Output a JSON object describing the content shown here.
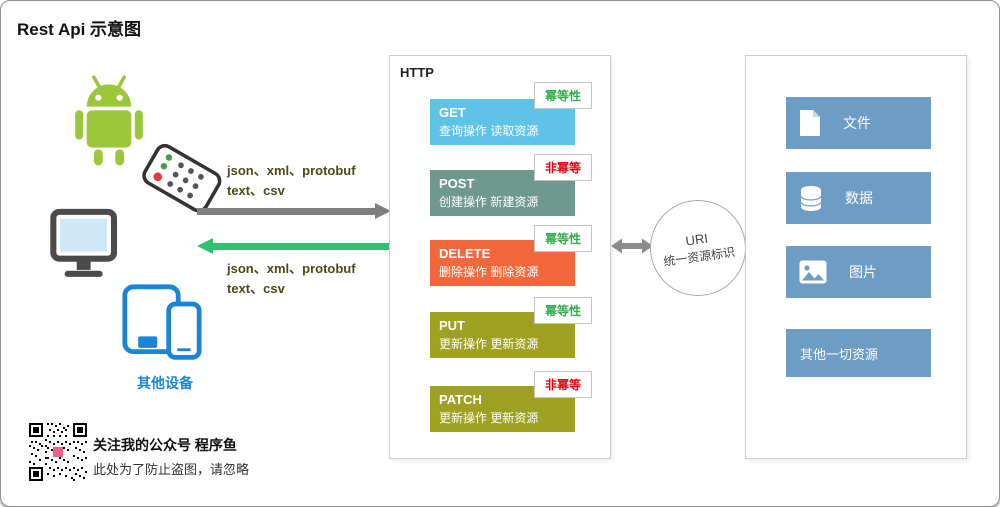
{
  "title": "Rest Api 示意图",
  "colors": {
    "http_get": "#5fc3e8",
    "http_post": "#6f998f",
    "http_delete": "#f2683c",
    "http_put": "#9fa123",
    "http_patch": "#9fa123",
    "resource_blue": "#6d9cc5",
    "idempotent_green": "#2fae49",
    "non_idempotent_red": "#e60012",
    "request_arrow_gray": "#7f7f7f",
    "response_arrow_green": "#33c06f",
    "device_blue": "#1a85d6",
    "android_green": "#9dc73b"
  },
  "left": {
    "devices_label": "其他设备",
    "request_text_line1": "json、xml、protobuf",
    "request_text_line2": "text、csv",
    "response_text_line1": "json、xml、protobuf",
    "response_text_line2": "text、csv"
  },
  "http": {
    "title": "HTTP",
    "methods": [
      {
        "name": "GET",
        "desc": "查询操作 读取资源",
        "badge": "幂等性",
        "variant": "green",
        "color": "#5fc3e8"
      },
      {
        "name": "POST",
        "desc": "创建操作 新建资源",
        "badge": "非幂等",
        "variant": "red",
        "color": "#6f998f"
      },
      {
        "name": "DELETE",
        "desc": "删除操作 删除资源",
        "badge": "幂等性",
        "variant": "green",
        "color": "#f2683c"
      },
      {
        "name": "PUT",
        "desc": "更新操作 更新资源",
        "badge": "幂等性",
        "variant": "green",
        "color": "#9fa123"
      },
      {
        "name": "PATCH",
        "desc": "更新操作 更新资源",
        "badge": "非幂等",
        "variant": "red",
        "color": "#9fa123"
      }
    ]
  },
  "uri": {
    "line1": "URI",
    "line2": "统一资源标识"
  },
  "resources": {
    "items": [
      {
        "label": "文件",
        "icon": "file-icon",
        "color": "#6d9cc5"
      },
      {
        "label": "数据",
        "icon": "database-icon",
        "color": "#6d9cc5"
      },
      {
        "label": "图片",
        "icon": "image-icon",
        "color": "#6d9cc5"
      },
      {
        "label": "其他一切资源",
        "icon": "",
        "color": "#6d9cc5"
      }
    ]
  },
  "footer": {
    "line1": "关注我的公众号 程序鱼",
    "line2": "此处为了防止盗图，请忽略"
  }
}
